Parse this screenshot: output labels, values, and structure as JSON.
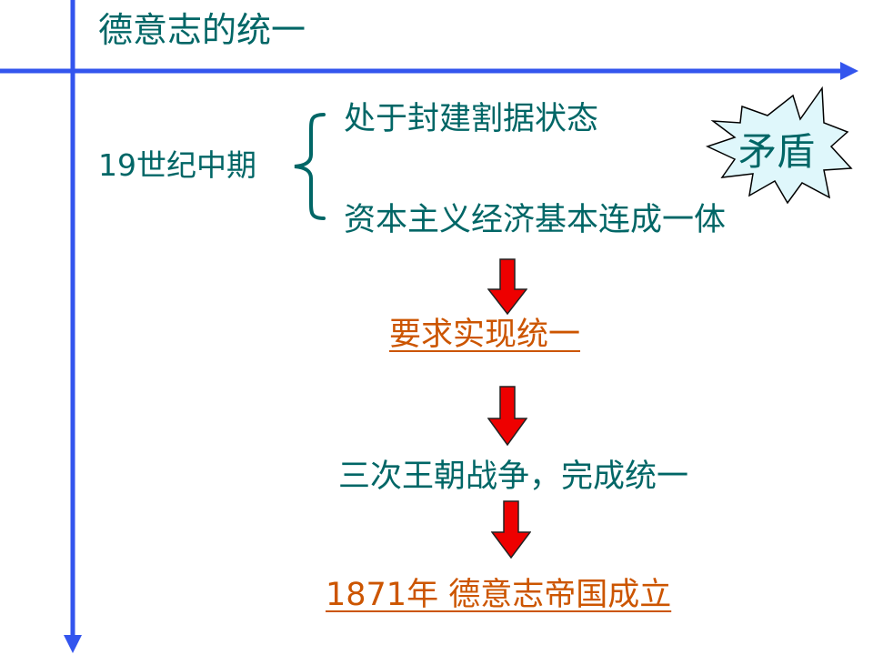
{
  "slide": {
    "title": "德意志的统一",
    "era_label": "19世纪中期",
    "conditions": [
      "处于封建割据状态",
      "资本主义经济基本连成一体"
    ],
    "contradiction_label": "矛盾",
    "steps": [
      "要求实现统一",
      "三次王朝战争，完成统一",
      "1871年  德意志帝国成立"
    ]
  },
  "colors": {
    "axis": "#3355ee",
    "text": "#006666",
    "link": "#cc5500",
    "arrow": "#ee0000",
    "burst": "#dff7fb"
  }
}
